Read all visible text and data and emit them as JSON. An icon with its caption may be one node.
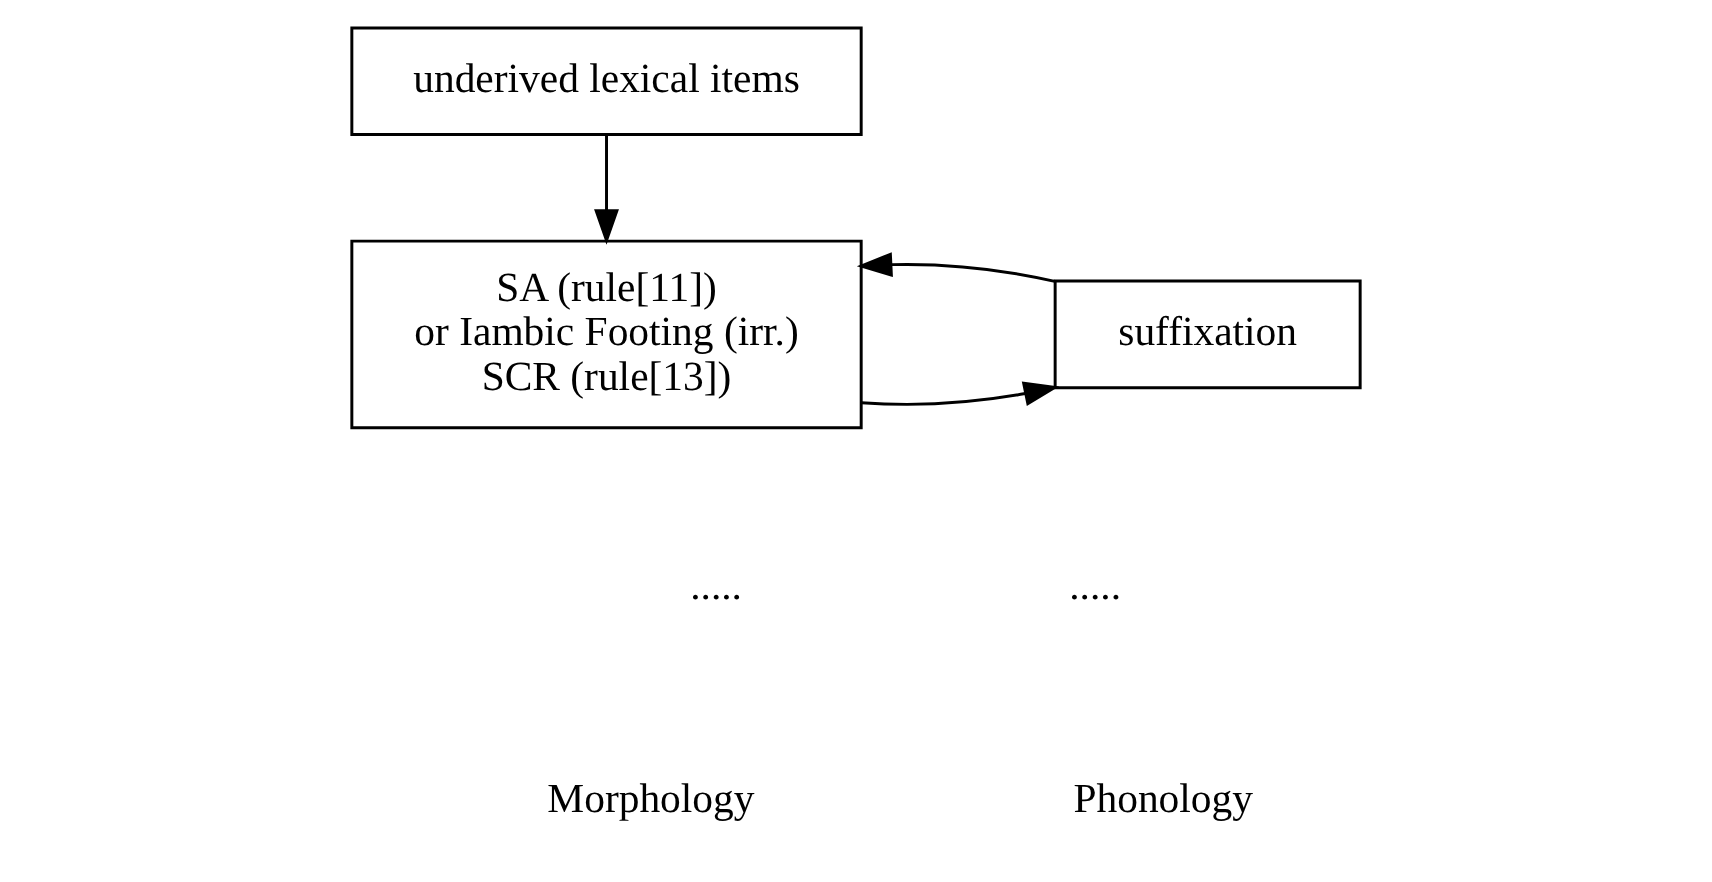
{
  "diagram": {
    "nodes": [
      {
        "text": [
          "underived lexical items"
        ]
      },
      {
        "text": [
          "suffixation"
        ]
      },
      {
        "text": [
          "SA (rule[11])",
          "or Iambic Footing (irr.)",
          "SCR (rule[13])"
        ]
      }
    ],
    "edges": [
      {
        "from": 0,
        "to": 2,
        "arrow": "to"
      },
      {
        "from": 2,
        "to": 1,
        "arrow": "to"
      },
      {
        "from": 1,
        "to": 2,
        "arrow": "to"
      }
    ],
    "labels": [
      ".....",
      ".....",
      "Morphology",
      "Phonology"
    ]
  }
}
